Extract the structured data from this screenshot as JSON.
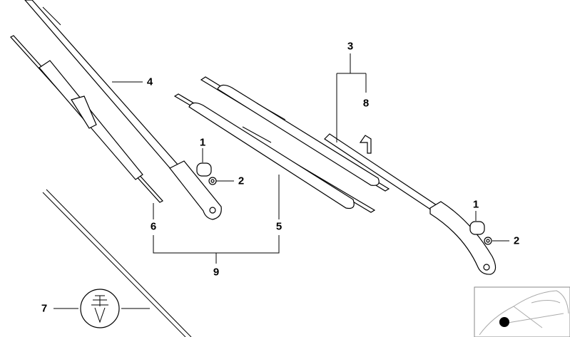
{
  "diagram": {
    "callouts": [
      {
        "id": "c1a",
        "text": "1"
      },
      {
        "id": "c2a",
        "text": "2"
      },
      {
        "id": "c3",
        "text": "3"
      },
      {
        "id": "c4",
        "text": "4"
      },
      {
        "id": "c5",
        "text": "5"
      },
      {
        "id": "c6",
        "text": "6"
      },
      {
        "id": "c7",
        "text": "7"
      },
      {
        "id": "c8",
        "text": "8"
      },
      {
        "id": "c9",
        "text": "9"
      },
      {
        "id": "c1b",
        "text": "1"
      },
      {
        "id": "c2b",
        "text": "2"
      }
    ],
    "location_marker_color": "#000000"
  }
}
